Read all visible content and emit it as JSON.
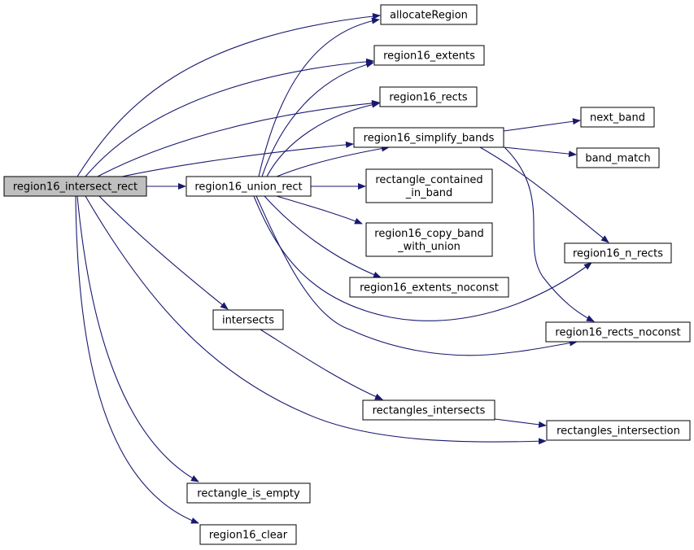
{
  "diagram": {
    "colors": {
      "edge": "#191970",
      "node_fill": "#ffffff",
      "node_border": "#000000",
      "root_fill": "#bfbfbf"
    },
    "nodes": [
      {
        "id": "root",
        "lines": [
          "region16_intersect_rect"
        ],
        "highlighted": true
      },
      {
        "id": "union",
        "lines": [
          "region16_union_rect"
        ]
      },
      {
        "id": "allocate",
        "lines": [
          "allocateRegion"
        ]
      },
      {
        "id": "extents",
        "lines": [
          "region16_extents"
        ]
      },
      {
        "id": "rects",
        "lines": [
          "region16_rects"
        ]
      },
      {
        "id": "simplify",
        "lines": [
          "region16_simplify_bands"
        ]
      },
      {
        "id": "next_band",
        "lines": [
          "next_band"
        ]
      },
      {
        "id": "band_match",
        "lines": [
          "band_match"
        ]
      },
      {
        "id": "contained",
        "lines": [
          "rectangle_contained",
          "_in_band"
        ]
      },
      {
        "id": "copy_band",
        "lines": [
          "region16_copy_band",
          "_with_union"
        ]
      },
      {
        "id": "n_rects",
        "lines": [
          "region16_n_rects"
        ]
      },
      {
        "id": "ext_noconst",
        "lines": [
          "region16_extents_noconst"
        ]
      },
      {
        "id": "rects_noconst",
        "lines": [
          "region16_rects_noconst"
        ]
      },
      {
        "id": "intersects",
        "lines": [
          "intersects"
        ]
      },
      {
        "id": "rect_intersects",
        "lines": [
          "rectangles_intersects"
        ]
      },
      {
        "id": "rect_intersection",
        "lines": [
          "rectangles_intersection"
        ]
      },
      {
        "id": "is_empty",
        "lines": [
          "rectangle_is_empty"
        ]
      },
      {
        "id": "clear",
        "lines": [
          "region16_clear"
        ]
      }
    ],
    "edges": [
      [
        "root",
        "union"
      ],
      [
        "root",
        "allocate"
      ],
      [
        "root",
        "extents"
      ],
      [
        "root",
        "rects"
      ],
      [
        "root",
        "simplify"
      ],
      [
        "root",
        "intersects"
      ],
      [
        "root",
        "rect_intersection"
      ],
      [
        "root",
        "is_empty"
      ],
      [
        "root",
        "clear"
      ],
      [
        "union",
        "allocate"
      ],
      [
        "union",
        "extents"
      ],
      [
        "union",
        "rects"
      ],
      [
        "union",
        "simplify"
      ],
      [
        "union",
        "contained"
      ],
      [
        "union",
        "copy_band"
      ],
      [
        "union",
        "ext_noconst"
      ],
      [
        "union",
        "n_rects"
      ],
      [
        "union",
        "rects_noconst"
      ],
      [
        "simplify",
        "next_band"
      ],
      [
        "simplify",
        "band_match"
      ],
      [
        "simplify",
        "n_rects"
      ],
      [
        "simplify",
        "rects_noconst"
      ],
      [
        "intersects",
        "rect_intersects"
      ],
      [
        "rect_intersects",
        "rect_intersection"
      ]
    ]
  }
}
